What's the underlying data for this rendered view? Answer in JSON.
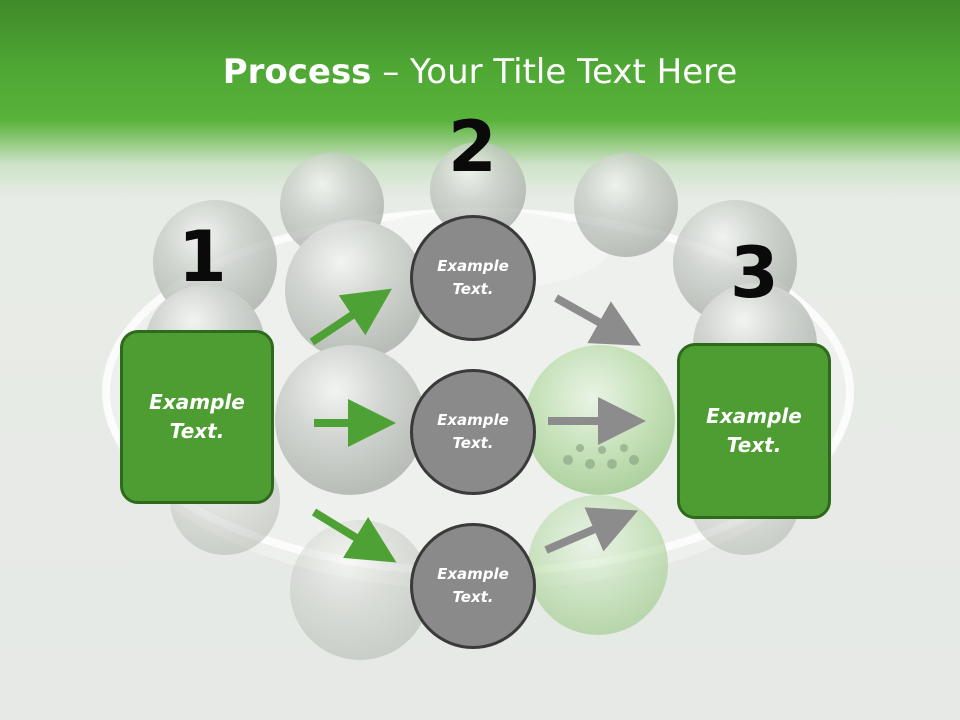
{
  "title": {
    "bold": "Process",
    "rest": " – Your Title Text Here"
  },
  "steps": [
    "1",
    "2",
    "3"
  ],
  "left_box": {
    "text": "Example\nText."
  },
  "right_box": {
    "text": "Example\nText."
  },
  "circles": [
    {
      "text": "Example\nText."
    },
    {
      "text": "Example\nText."
    },
    {
      "text": "Example\nText."
    }
  ],
  "colors": {
    "green": "#4e9d33",
    "green_arrow": "#4ea134",
    "gray_arrow": "#8c8c8c",
    "circle_fill": "#8a8a8a"
  }
}
